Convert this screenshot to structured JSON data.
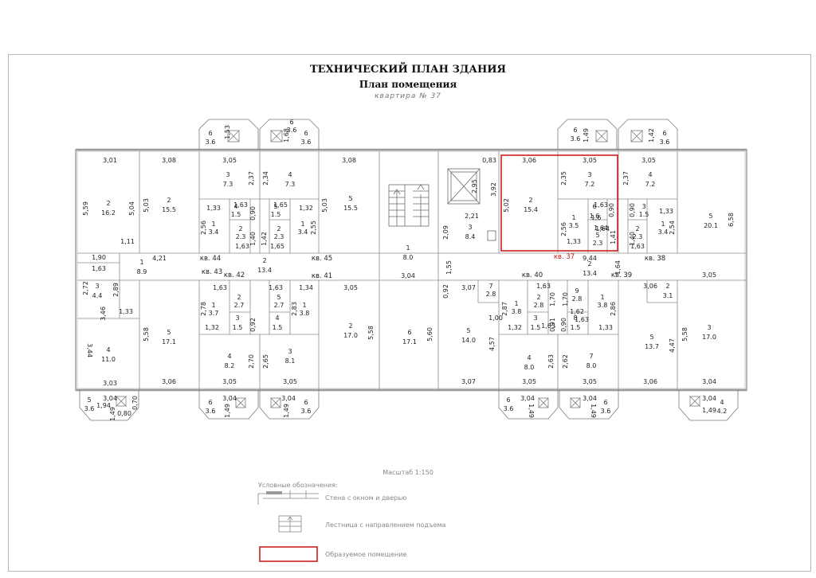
{
  "title": "ТЕХНИЧЕСКИЙ ПЛАН ЗДАНИЯ",
  "subtitle": "План помещения",
  "apartment_caption": "квартира № 37",
  "scale": "Масштаб 1:150",
  "legend": {
    "heading": "Условные обозначения:",
    "wall": "Стена с окном и дверью",
    "stairs": "Лестница с направлением подъема",
    "formed_room": "Образуемое помещение"
  },
  "colors": {
    "highlight": "#cc1f1f",
    "wall": "#9a9a9a",
    "line": "#6b6b6b"
  },
  "rooms": [
    {
      "n": "2",
      "a": "16.2"
    },
    {
      "n": "2",
      "a": "15.5"
    },
    {
      "n": "3",
      "a": "7.3"
    },
    {
      "n": "4",
      "a": "7.3"
    },
    {
      "n": "5",
      "a": "15.5"
    },
    {
      "n": "1",
      "a": "8.0"
    },
    {
      "n": "3",
      "a": "8.4"
    },
    {
      "n": "2",
      "a": "15.4"
    },
    {
      "n": "3",
      "a": "7.2"
    },
    {
      "n": "4",
      "a": "7.2"
    },
    {
      "n": "5",
      "a": "20.1"
    },
    {
      "n": "1",
      "a": "8.9"
    },
    {
      "n": "3",
      "a": "4.4"
    },
    {
      "n": "4",
      "a": "11.0"
    },
    {
      "n": "5",
      "a": "17.1"
    },
    {
      "n": "2",
      "a": "13.4"
    },
    {
      "n": "2",
      "a": "17.0"
    },
    {
      "n": "6",
      "a": "17.1"
    },
    {
      "n": "5",
      "a": "14.0"
    },
    {
      "n": "2",
      "a": "13.4"
    },
    {
      "n": "5",
      "a": "13.7"
    },
    {
      "n": "3",
      "a": "17.0"
    },
    {
      "n": "4",
      "a": "8.2"
    },
    {
      "n": "3",
      "a": "8.1"
    },
    {
      "n": "4",
      "a": "8.0"
    },
    {
      "n": "7",
      "a": "8.0"
    },
    {
      "n": "1",
      "a": "3.4"
    },
    {
      "n": "2",
      "a": "2.3"
    },
    {
      "n": "2",
      "a": "2.3"
    },
    {
      "n": "1",
      "a": "3.4"
    },
    {
      "n": "1",
      "a": "3.5"
    },
    {
      "n": "5",
      "a": "2.3"
    },
    {
      "n": "2",
      "a": "2.3"
    },
    {
      "n": "1",
      "a": "3.4"
    },
    {
      "n": "1",
      "a": "3.7"
    },
    {
      "n": "2",
      "a": "2.7"
    },
    {
      "n": "5",
      "a": "2.7"
    },
    {
      "n": "1",
      "a": "3.8"
    },
    {
      "n": "1",
      "a": "3.8"
    },
    {
      "n": "2",
      "a": "2.8"
    },
    {
      "n": "9",
      "a": "2.8"
    },
    {
      "n": "1",
      "a": "3.8"
    },
    {
      "n": "7",
      "a": "2.8"
    },
    {
      "n": "2",
      "a": "3.1"
    },
    {
      "n": "4",
      "a": "1.5"
    },
    {
      "n": "5",
      "a": "1.5"
    },
    {
      "n": "3",
      "a": "1.5"
    },
    {
      "n": "4",
      "a": "1.5"
    },
    {
      "n": "6",
      "a": "1.6"
    },
    {
      "n": "3",
      "a": "1.5"
    },
    {
      "n": "3",
      "a": "1.5"
    },
    {
      "n": "8",
      "a": "1.5"
    },
    {
      "n": "6",
      "a": "3.6"
    },
    {
      "n": "6",
      "a": "3.6"
    },
    {
      "n": "6",
      "a": "3.6"
    },
    {
      "n": "6",
      "a": "3.6"
    },
    {
      "n": "5",
      "a": "3.6"
    },
    {
      "n": "6",
      "a": "3.6"
    },
    {
      "n": "6",
      "a": "3.6"
    },
    {
      "n": "6",
      "a": "3.6"
    },
    {
      "n": "6",
      "a": "3.6"
    },
    {
      "n": "6",
      "a": "3.6"
    },
    {
      "n": "4",
      "a": "4.2"
    }
  ],
  "apartments": [
    "кв. 44",
    "кв. 45",
    "кв. 43",
    "кв. 42",
    "кв. 41",
    "кв. 37",
    "кв. 38",
    "кв. 40",
    "кв. 39"
  ],
  "dims": [
    "3,01",
    "3,08",
    "3,05",
    "3,08",
    "0,83",
    "3,06",
    "3,05",
    "3,05",
    "5,59",
    "5,04",
    "5,03",
    "2,37",
    "2,34",
    "5,03",
    "2,95",
    "3,92",
    "5,02",
    "2,35",
    "2,37",
    "6,58",
    "1,11",
    "1,90",
    "1,63",
    "4,21",
    "2,21",
    "2,09",
    "1,55",
    "2,56",
    "2,55",
    "2,56",
    "1,41",
    "2,54",
    "1,33",
    "1,63",
    "1,65",
    "1,32",
    "1,63",
    "1,65",
    "1,63",
    "1,33",
    "1,64",
    "1,33",
    "1,63",
    "0,90",
    "1,40",
    "0,90",
    "1,42",
    "0,90",
    "1,40",
    "1,6",
    "1,64",
    "2,72",
    "2,89",
    "3,46",
    "1,33",
    "3,04",
    "3,05",
    "3,07",
    "3,06",
    "3,05",
    "9,44",
    "1,63",
    "1,63",
    "1,34",
    "1,63",
    "0,92",
    "2,78",
    "2,83",
    "2,87",
    "2,86",
    "1,70",
    "1,62",
    "1,70",
    "1,32",
    "1,32",
    "1,33",
    "0,92",
    "0,91",
    "0,90",
    "1,63",
    "1,63",
    "5,58",
    "5,58",
    "5,60",
    "4,57",
    "5,58",
    "4,47",
    "3,44",
    "2,70",
    "2,65",
    "2,63",
    "2,62",
    "3,03",
    "3,06",
    "3,05",
    "3,05",
    "3,07",
    "3,05",
    "3,05",
    "3,06",
    "3,04",
    "3,04",
    "1,94",
    "1,49",
    "0,80",
    "0,70",
    "1,49",
    "3,04",
    "1,49",
    "3,04",
    "1,49",
    "3,04",
    "1,49",
    "3,04",
    "1,49",
    "3,04",
    "1,49",
    "1,42",
    "1,53",
    "1,68",
    "1,64",
    "1,00"
  ]
}
